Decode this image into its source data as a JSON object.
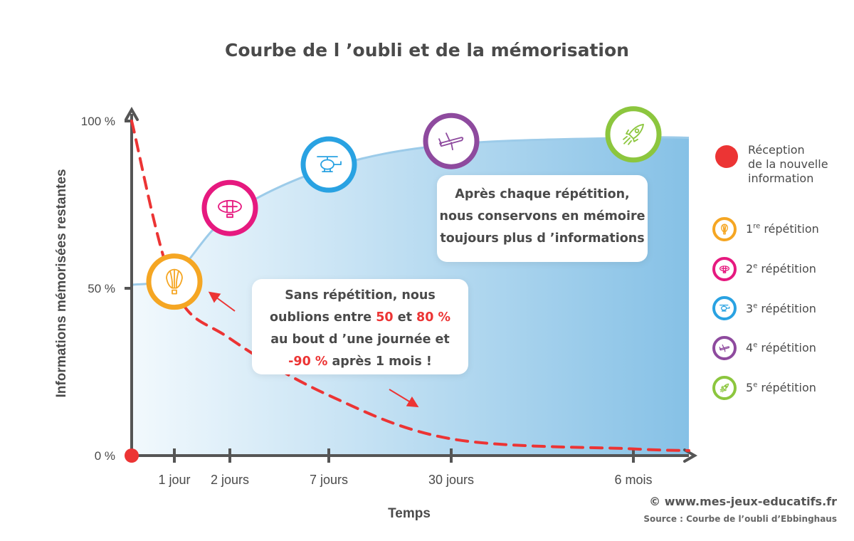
{
  "chart_data": {
    "type": "line",
    "title": "Courbe de l ’oubli et de la mémorisation",
    "xlabel": "Temps",
    "ylabel": "Informations mémorisées restantes",
    "y_ticks": [
      "100 %",
      "50 %",
      "0 %"
    ],
    "x_ticks": [
      "1 jour",
      "2 jours",
      "7 jours",
      "30 jours",
      "6 mois"
    ],
    "ylim": [
      0,
      100
    ],
    "grid": false,
    "legend_placement": "right",
    "series": [
      {
        "kind": "dashed-forgetting-curve",
        "color": "#ec3434",
        "points": [
          {
            "x": "0",
            "y": 100
          },
          {
            "x": "1 jour",
            "y": 50
          },
          {
            "x": "2 jours",
            "y": 35
          },
          {
            "x": "7 jours",
            "y": 18
          },
          {
            "x": "30 jours",
            "y": 5
          },
          {
            "x": "6 mois",
            "y": 2
          }
        ]
      },
      {
        "kind": "retention-with-repetitions",
        "color": "#9ccbe9",
        "points": [
          {
            "x": "1 jour",
            "y": 54
          },
          {
            "x": "2 jours",
            "y": 72
          },
          {
            "x": "7 jours",
            "y": 86
          },
          {
            "x": "30 jours",
            "y": 93
          },
          {
            "x": "6 mois",
            "y": 95
          }
        ]
      }
    ],
    "milestones": [
      {
        "label": "1re répétition",
        "color": "#f5a623",
        "icon": "hot-air-balloon-icon",
        "x": "1 jour",
        "y": 52
      },
      {
        "label": "2e répétition",
        "color": "#e6197f",
        "icon": "airship-icon",
        "x": "2 jours",
        "y": 74
      },
      {
        "label": "3e répétition",
        "color": "#29a2e2",
        "icon": "helicopter-icon",
        "x": "7 jours",
        "y": 87
      },
      {
        "label": "4e répétition",
        "color": "#8e4a9e",
        "icon": "airplane-icon",
        "x": "30 jours",
        "y": 94
      },
      {
        "label": "5e répétition",
        "color": "#8cc63e",
        "icon": "rocket-icon",
        "x": "6 mois",
        "y": 96
      }
    ],
    "start_marker": {
      "label": "Réception de la nouvelle information",
      "color": "#ec3434"
    },
    "annotations": {
      "after_repetition": [
        "Après chaque répétition,",
        "nous conservons en mémoire",
        "toujours plus d ’informations"
      ],
      "without_repetition": {
        "line1": "Sans répétition, nous",
        "line2_pre": "oublions entre ",
        "v1": "50",
        "mid": " et ",
        "v2": "80 %",
        "line3": "au bout d ’une journée et",
        "line4_val": "-90 %",
        "line4_post": " après 1 mois !"
      }
    }
  },
  "legend": {
    "reception_lines": [
      "Réception",
      "de la nouvelle",
      "information"
    ],
    "items": [
      {
        "pre": "1",
        "sup": "re",
        "post": " répétition"
      },
      {
        "pre": "2",
        "sup": "e",
        "post": " répétition"
      },
      {
        "pre": "3",
        "sup": "e",
        "post": " répétition"
      },
      {
        "pre": "4",
        "sup": "e",
        "post": " répétition"
      },
      {
        "pre": "5",
        "sup": "e",
        "post": " répétition"
      }
    ]
  },
  "footer": {
    "copyright": "© www.mes-jeux-educatifs.fr",
    "source": "Source : Courbe de l’oubli d’Ebbinghaus"
  },
  "colors": {
    "axis": "#555555",
    "area_light": "#f0f8fd",
    "area_dark": "#86c1e6",
    "accent_red": "#ec3434"
  }
}
